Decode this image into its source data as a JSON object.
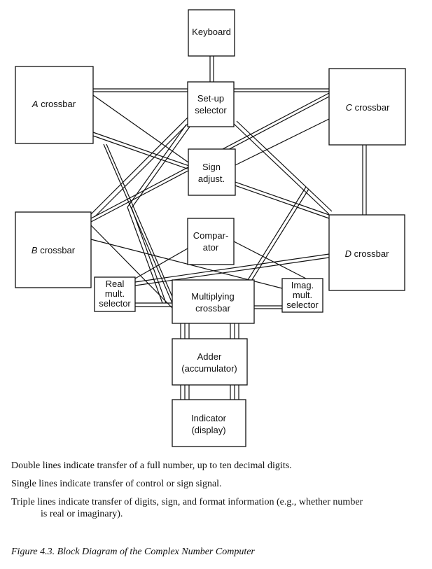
{
  "boxes": {
    "keyboard": "Keyboard",
    "setup_1": "Set-up",
    "setup_2": "selector",
    "a_italic": "A",
    "a_rest": " crossbar",
    "c_italic": "C",
    "c_rest": " crossbar",
    "sign_1": "Sign",
    "sign_2": "adjust.",
    "b_italic": "B",
    "b_rest": " crossbar",
    "d_italic": "D",
    "d_rest": " crossbar",
    "comp_1": "Compar-",
    "comp_2": "ator",
    "real_1": "Real",
    "real_2": "mult.",
    "real_3": "selector",
    "imag_1": "Imag.",
    "imag_2": "mult.",
    "imag_3": "selector",
    "mult_1": "Multiplying",
    "mult_2": "crossbar",
    "adder_1": "Adder",
    "adder_2": "(accumulator)",
    "ind_1": "Indicator",
    "ind_2": "(display)"
  },
  "legend": {
    "double": "Double lines indicate transfer of a full number, up to ten decimal digits.",
    "single": "Single lines indicate transfer of control or sign signal.",
    "triple_1": "Triple lines indicate transfer of digits, sign, and format information (e.g., whether number",
    "triple_2": "is real or imaginary)."
  },
  "caption": "Figure 4.3. Block Diagram of the Complex Number Computer"
}
